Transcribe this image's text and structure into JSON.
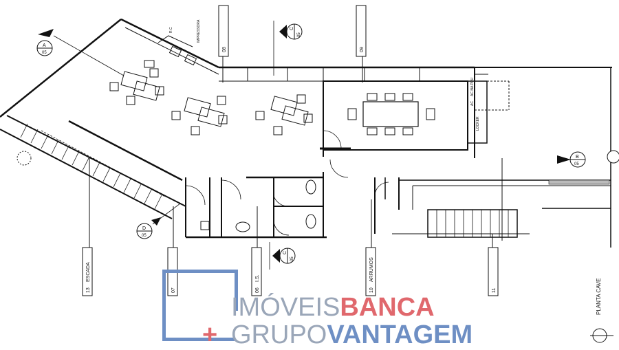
{
  "drawing": {
    "planta_label": "PLANTA CAVE",
    "section_marks": [
      {
        "letter": "A",
        "sheet": "05"
      },
      {
        "letter": "C",
        "sheet": "05"
      },
      {
        "letter": "B",
        "sheet": "05"
      },
      {
        "letter": "D",
        "sheet": "05"
      },
      {
        "letter": "C",
        "sheet": "05"
      }
    ],
    "room_tags": [
      {
        "num": "08",
        "name": ""
      },
      {
        "num": "09",
        "name": ""
      },
      {
        "num": "13",
        "name": "ESCADA"
      },
      {
        "num": "07",
        "name": ""
      },
      {
        "num": "06",
        "name": "I.S."
      },
      {
        "num": "10",
        "name": "ARRUMOS"
      },
      {
        "num": "11",
        "name": ""
      }
    ],
    "small_labels": {
      "rack": "R.C",
      "impressora": "IMPRESSORA",
      "ac_ups": "AC NA PRU",
      "ac": "AC",
      "locker": "LOCKER"
    }
  },
  "watermark": {
    "line1_light": "IMÓVEIS",
    "line1_bold": "BANCA",
    "plus": "+",
    "line2_light": "GRUPO",
    "line2_bold": "VANTAGEM",
    "colors": {
      "grey": "#9aa6b8",
      "red": "#e0686d",
      "blue": "#6e8fc4"
    }
  }
}
